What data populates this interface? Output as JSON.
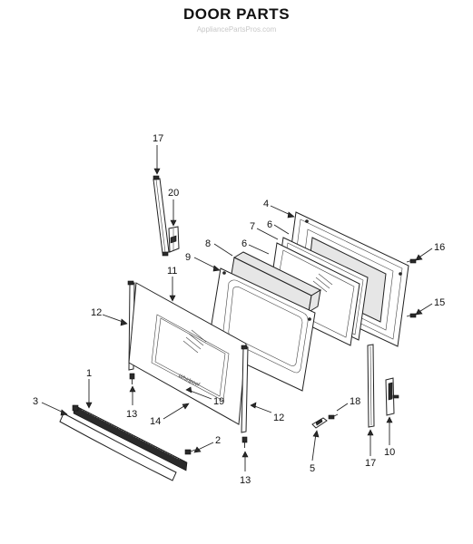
{
  "title": "DOOR PARTS",
  "watermark": "AppliancePartsPros.com",
  "diagram": {
    "callouts": [
      {
        "id": "c17a",
        "label": "17"
      },
      {
        "id": "c20",
        "label": "20"
      },
      {
        "id": "c4",
        "label": "4"
      },
      {
        "id": "c7",
        "label": "7"
      },
      {
        "id": "c6a",
        "label": "6"
      },
      {
        "id": "c8",
        "label": "8"
      },
      {
        "id": "c6b",
        "label": "6"
      },
      {
        "id": "c9",
        "label": "9"
      },
      {
        "id": "c16",
        "label": "16"
      },
      {
        "id": "c11",
        "label": "11"
      },
      {
        "id": "c15",
        "label": "15"
      },
      {
        "id": "c12a",
        "label": "12"
      },
      {
        "id": "c1",
        "label": "1"
      },
      {
        "id": "c3",
        "label": "3"
      },
      {
        "id": "c13a",
        "label": "13"
      },
      {
        "id": "c19",
        "label": "19"
      },
      {
        "id": "c14",
        "label": "14"
      },
      {
        "id": "c12b",
        "label": "12"
      },
      {
        "id": "c18",
        "label": "18"
      },
      {
        "id": "c2",
        "label": "2"
      },
      {
        "id": "c17b",
        "label": "17"
      },
      {
        "id": "c10",
        "label": "10"
      },
      {
        "id": "c5",
        "label": "5"
      },
      {
        "id": "c13b",
        "label": "13"
      }
    ],
    "brand_logo_text": "Whirlpool"
  }
}
